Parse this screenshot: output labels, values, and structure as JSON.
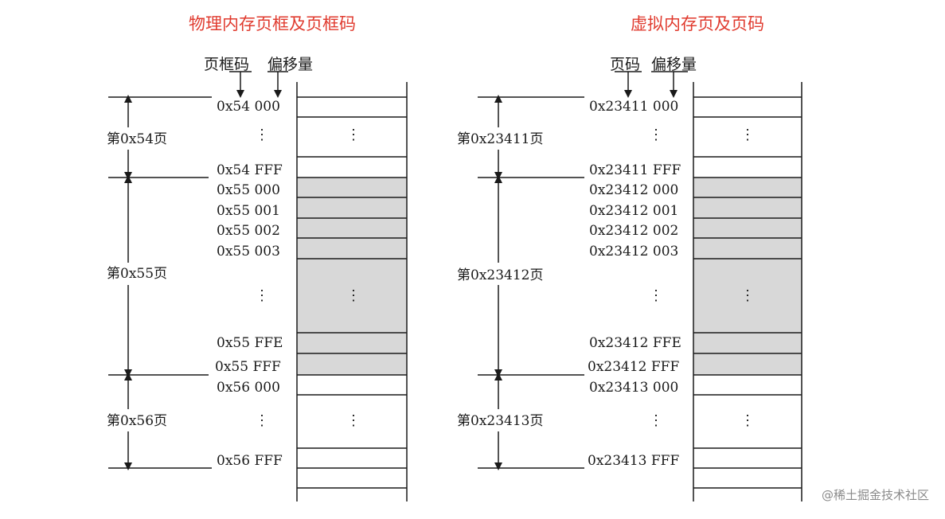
{
  "left": {
    "title": "物理内存页框及页框码",
    "header": {
      "a": "页框码",
      "b": "偏移量"
    },
    "addresses": {
      "a54_000": "0x54  000",
      "a54_fff": "0x54  FFF",
      "a55_000": "0x55  000",
      "a55_001": "0x55  001",
      "a55_002": "0x55  002",
      "a55_003": "0x55  003",
      "a55_ffe": "0x55  FFE",
      "a55_fff": "0x55  FFF",
      "a56_000": "0x56  000",
      "a56_fff": "0x56  FFF"
    },
    "pages": {
      "p54": "第0x54页",
      "p55": "第0x55页",
      "p56": "第0x56页"
    }
  },
  "right": {
    "title": "虚拟内存页及页码",
    "header": {
      "a": "页码",
      "b": "偏移量"
    },
    "addresses": {
      "a11_000": "0x23411 000",
      "a11_fff": "0x23411 FFF",
      "a12_000": "0x23412 000",
      "a12_001": "0x23412 001",
      "a12_002": "0x23412 002",
      "a12_003": "0x23412 003",
      "a12_ffe": "0x23412 FFE",
      "a12_fff": "0x23412 FFF",
      "a13_000": "0x23413 000",
      "a13_fff": "0x23413 FFF"
    },
    "pages": {
      "p11": "第0x23411页",
      "p12": "第0x23412页",
      "p13": "第0x23413页"
    }
  },
  "dots_glyph": "⋮",
  "watermark": "@稀土掘金技术社区",
  "colors": {
    "title": "#e03b2f",
    "line": "#1a1a1a",
    "shade": "#d8d8d8"
  }
}
